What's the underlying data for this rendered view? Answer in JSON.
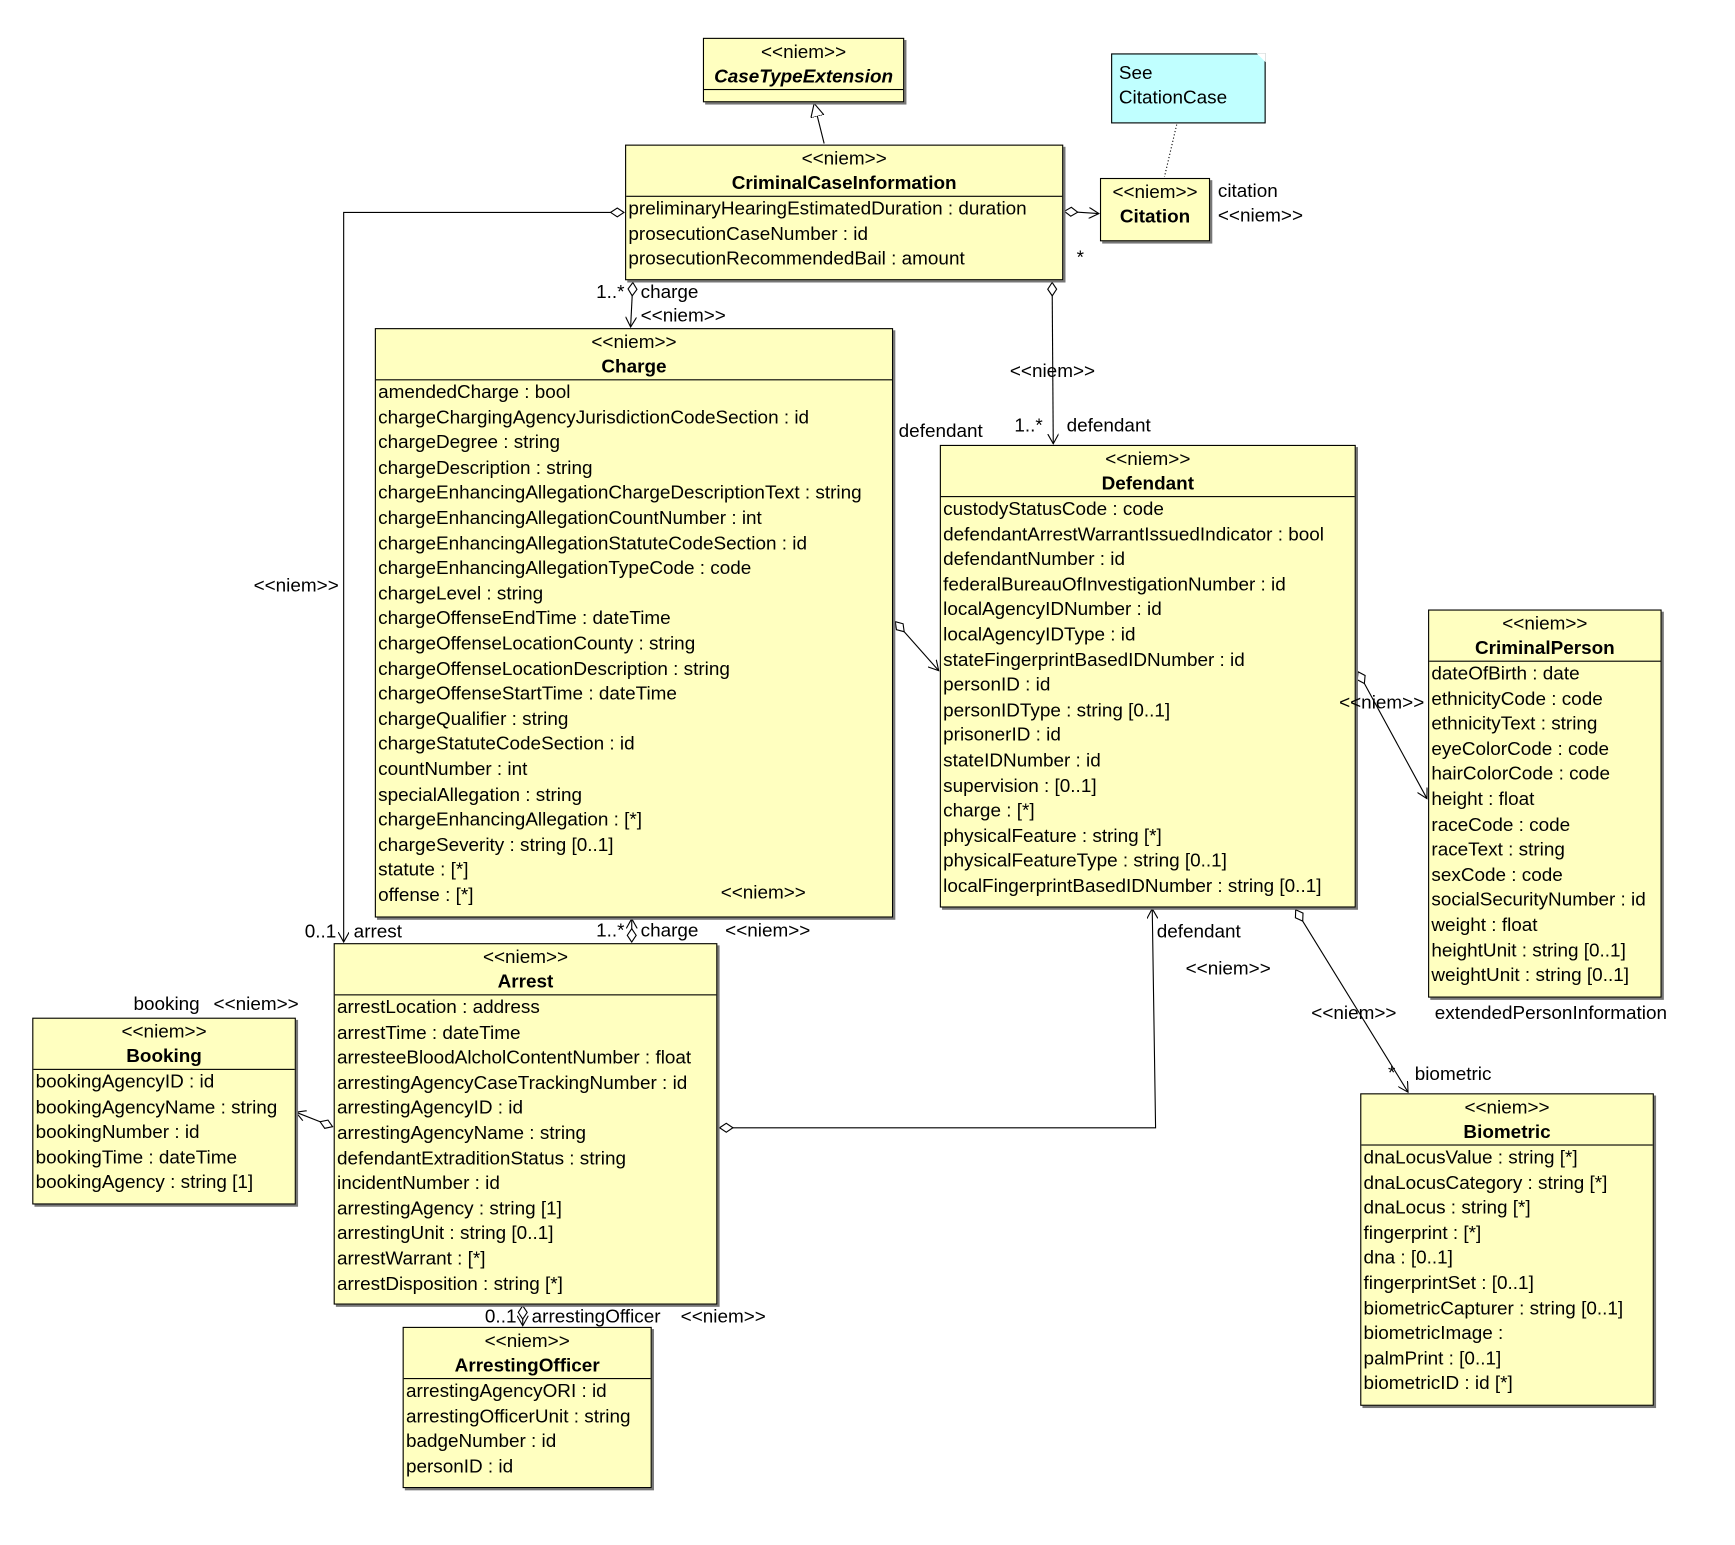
{
  "colors": {
    "class_fill": "#ffffc0",
    "note_fill": "#c0ffff",
    "line": "#000000"
  },
  "note": {
    "lines": [
      "See",
      "CitationCase"
    ]
  },
  "classes": {
    "caseTypeExtension": {
      "stereotype": "<<niem>>",
      "name": "CaseTypeExtension",
      "abstract": true,
      "attributes": []
    },
    "criminalCaseInformation": {
      "stereotype": "<<niem>>",
      "name": "CriminalCaseInformation",
      "attributes": [
        "preliminaryHearingEstimatedDuration : duration",
        "prosecutionCaseNumber : id",
        "prosecutionRecommendedBail : amount"
      ]
    },
    "citation": {
      "stereotype": "<<niem>>",
      "name": "Citation",
      "attributes": []
    },
    "charge": {
      "stereotype": "<<niem>>",
      "name": "Charge",
      "attributes": [
        "amendedCharge : bool",
        "chargeChargingAgencyJurisdictionCodeSection : id",
        "chargeDegree : string",
        "chargeDescription : string",
        "chargeEnhancingAllegationChargeDescriptionText : string",
        "chargeEnhancingAllegationCountNumber : int",
        "chargeEnhancingAllegationStatuteCodeSection : id",
        "chargeEnhancingAllegationTypeCode : code",
        "chargeLevel : string",
        "chargeOffenseEndTime : dateTime",
        "chargeOffenseLocationCounty : string",
        "chargeOffenseLocationDescription : string",
        "chargeOffenseStartTime : dateTime",
        "chargeQualifier : string",
        "chargeStatuteCodeSection : id",
        "countNumber : int",
        "specialAllegation : string",
        "chargeEnhancingAllegation :  [*]",
        "chargeSeverity : string [0..1]",
        "statute :  [*]",
        "offense :  [*]"
      ]
    },
    "defendant": {
      "stereotype": "<<niem>>",
      "name": "Defendant",
      "attributes": [
        "custodyStatusCode : code",
        "defendantArrestWarrantIssuedIndicator : bool",
        "defendantNumber : id",
        "federalBureauOfInvestigationNumber : id",
        "localAgencyIDNumber : id",
        "localAgencyIDType : id",
        "stateFingerprintBasedIDNumber : id",
        "personID : id",
        "personIDType : string [0..1]",
        "prisonerID : id",
        "stateIDNumber : id",
        "supervision :  [0..1]",
        "charge :  [*]",
        "physicalFeature : string [*]",
        "physicalFeatureType : string [0..1]",
        "localFingerprintBasedIDNumber : string [0..1]"
      ]
    },
    "criminalPerson": {
      "stereotype": "<<niem>>",
      "name": "CriminalPerson",
      "attributes": [
        "dateOfBirth : date",
        "ethnicityCode : code",
        "ethnicityText : string",
        "eyeColorCode : code",
        "hairColorCode : code",
        "height : float",
        "raceCode : code",
        "raceText : string",
        "sexCode : code",
        "socialSecurityNumber : id",
        "weight : float",
        "heightUnit : string [0..1]",
        "weightUnit : string [0..1]"
      ]
    },
    "arrest": {
      "stereotype": "<<niem>>",
      "name": "Arrest",
      "attributes": [
        "arrestLocation : address",
        "arrestTime : dateTime",
        "arresteeBloodAlcholContentNumber : float",
        "arrestingAgencyCaseTrackingNumber : id",
        "arrestingAgencyID : id",
        "arrestingAgencyName : string",
        "defendantExtraditionStatus : string",
        "incidentNumber : id",
        "arrestingAgency : string [1]",
        "arrestingUnit : string [0..1]",
        "arrestWarrant :  [*]",
        "arrestDisposition : string [*]"
      ]
    },
    "booking": {
      "stereotype": "<<niem>>",
      "name": "Booking",
      "attributes": [
        "bookingAgencyID : id",
        "bookingAgencyName : string",
        "bookingNumber : id",
        "bookingTime : dateTime",
        "bookingAgency : string [1]"
      ]
    },
    "arrestingOfficer": {
      "stereotype": "<<niem>>",
      "name": "ArrestingOfficer",
      "attributes": [
        "arrestingAgencyORI : id",
        "arrestingOfficerUnit : string",
        "badgeNumber : id",
        "personID : id"
      ]
    },
    "biometric": {
      "stereotype": "<<niem>>",
      "name": "Biometric",
      "attributes": [
        "dnaLocusValue : string [*]",
        "dnaLocusCategory : string [*]",
        "dnaLocus : string [*]",
        "fingerprint :  [*]",
        "dna :  [0..1]",
        "fingerprintSet :  [0..1]",
        "biometricCapturer : string [0..1]",
        "biometricImage : ",
        "palmPrint :  [0..1]",
        "biometricID : id [*]"
      ]
    }
  },
  "connectors": {
    "citation": {
      "role": "citation",
      "stereotype": "<<niem>>",
      "multiplicity": "*"
    },
    "arrest": {
      "role": "arrest",
      "stereotype": "<<niem>>",
      "multiplicity": "0..1"
    },
    "charge": {
      "role": "charge",
      "stereotype": "<<niem>>",
      "multiplicity": "1..*"
    },
    "defendant": {
      "role": "defendant",
      "stereotype": "<<niem>>",
      "multiplicity": "1..*"
    },
    "chargeDefendant": {
      "role": "defendant",
      "stereotype": "<<niem>>"
    },
    "person": {
      "role": "extendedPersonInformation",
      "stereotype": "<<niem>>"
    },
    "biometric": {
      "role": "biometric",
      "stereotype": "<<niem>>",
      "multiplicity": "*"
    },
    "arrestDefendant": {
      "role": "defendant",
      "stereotype": "<<niem>>"
    },
    "arrestCharge": {
      "role": "charge",
      "stereotype": "<<niem>>",
      "multiplicity": "1..*"
    },
    "booking": {
      "role": "booking",
      "stereotype": "<<niem>>"
    },
    "arrestingOfficer": {
      "role": "arrestingOfficer",
      "stereotype": "<<niem>>",
      "multiplicity": "0..1"
    }
  }
}
